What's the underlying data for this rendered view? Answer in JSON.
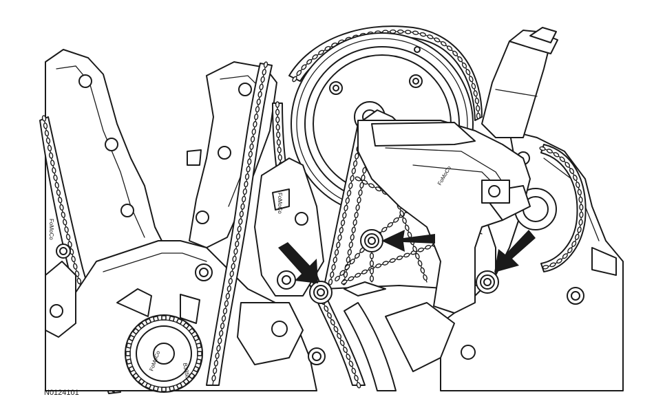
{
  "figure": {
    "id": "N0124101",
    "part_labels": [
      "FoMoCo",
      "FoMoCo",
      "FoMoCo",
      "B3350",
      "FoMoCo"
    ],
    "arrow_count": 3
  },
  "colors": {
    "line": "#1a1a1a",
    "background": "#ffffff"
  }
}
